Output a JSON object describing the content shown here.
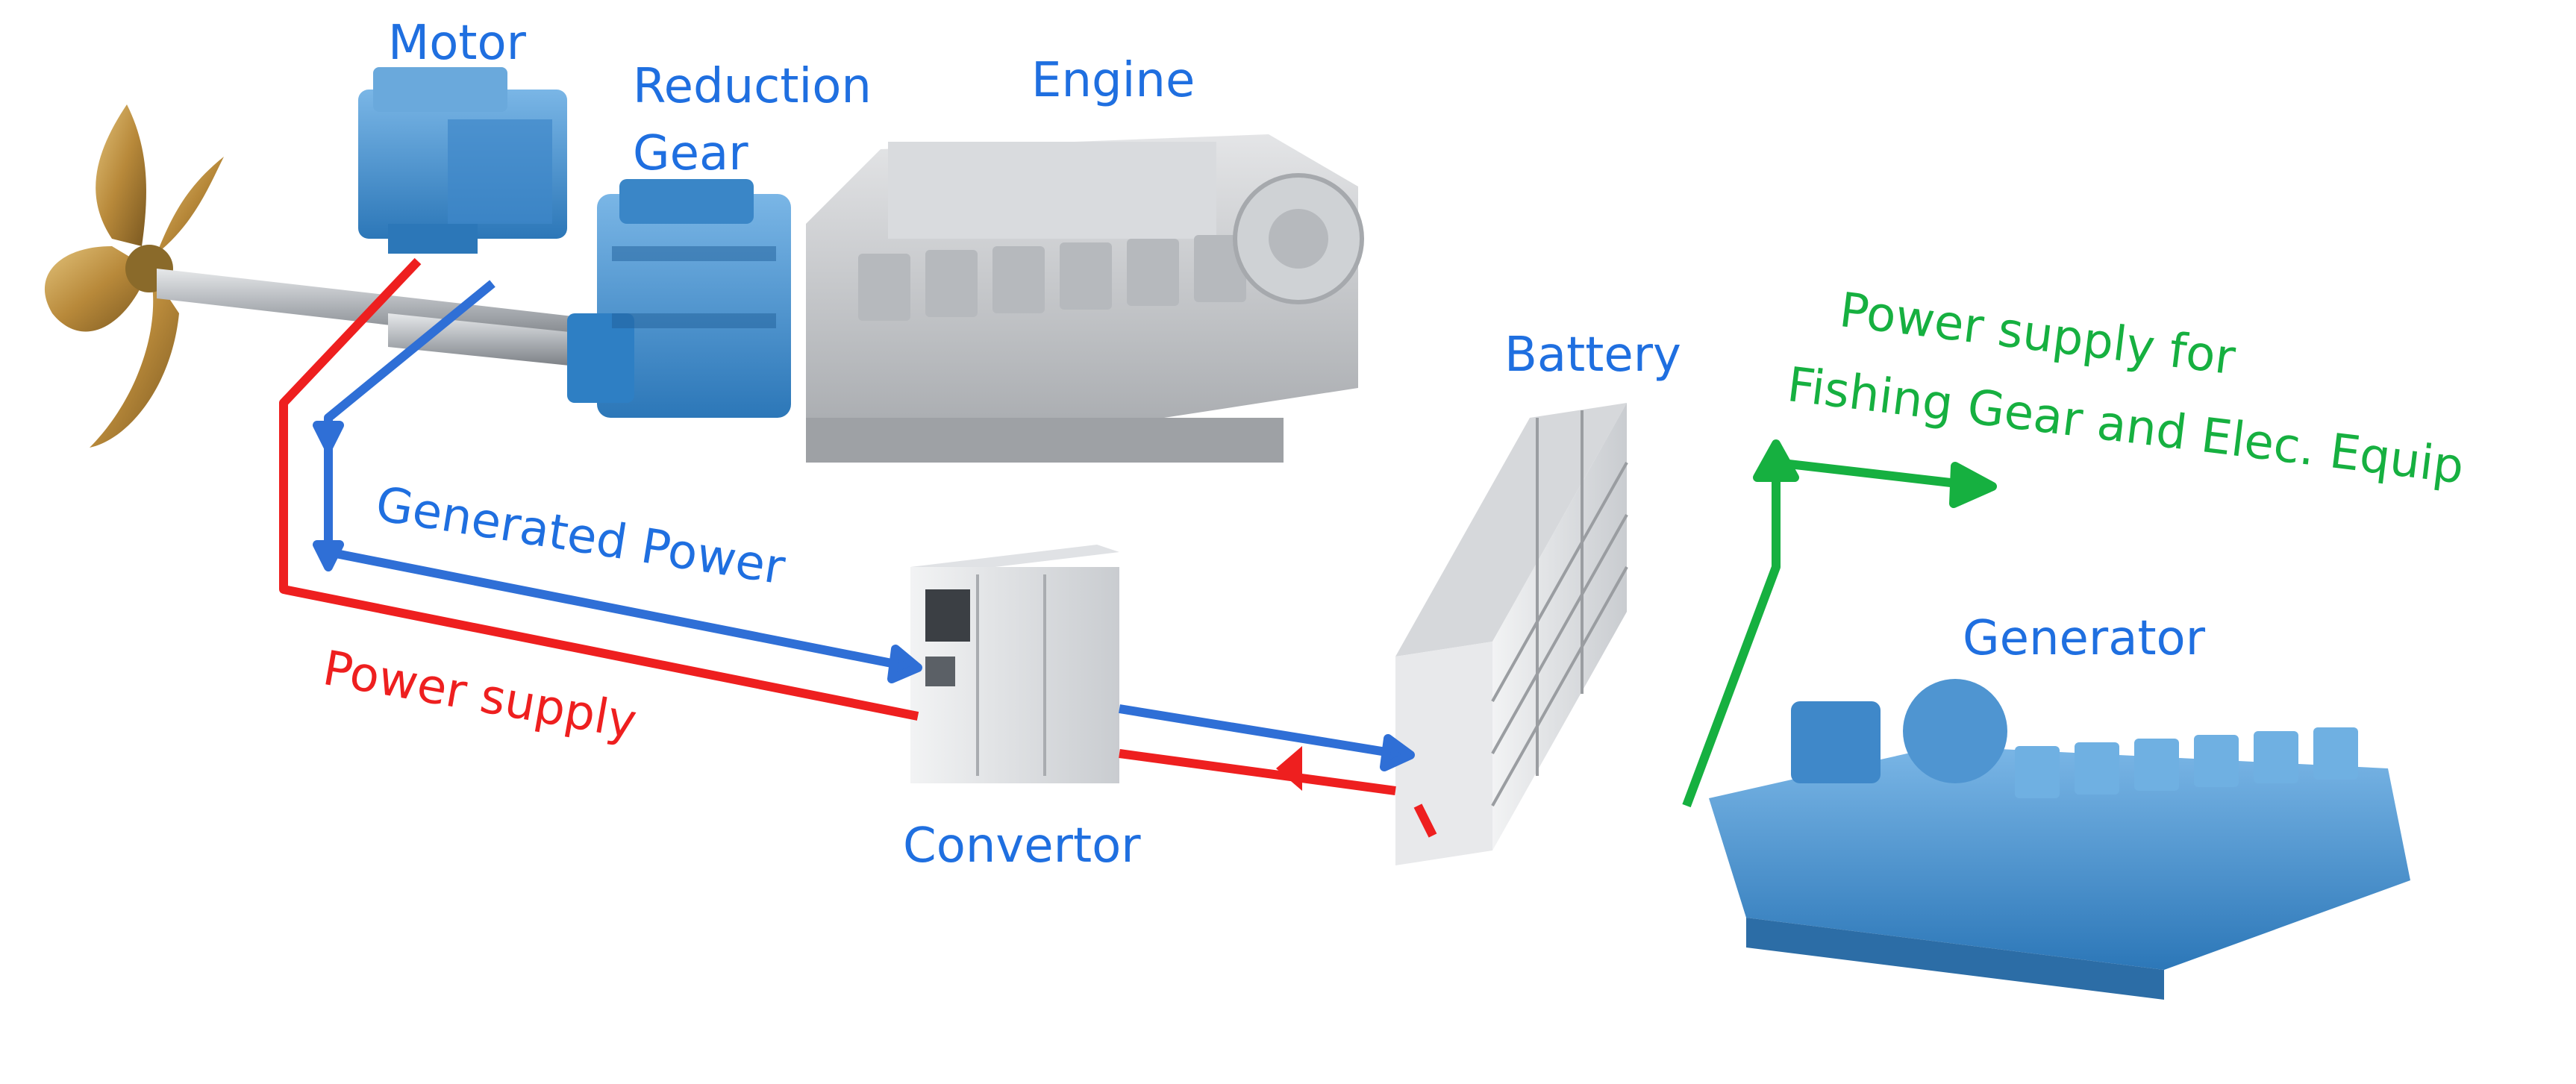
{
  "labels": {
    "motor": "Motor",
    "reduction_gear_line1": "Reduction",
    "reduction_gear_line2": "Gear",
    "engine": "Engine",
    "battery": "Battery",
    "generated_power": "Generated Power",
    "power_supply": "Power supply",
    "convertor": "Convertor",
    "generator": "Generator",
    "fishing_line1": "Power supply for",
    "fishing_line2": "Fishing Gear and Elec. Equip"
  },
  "colors": {
    "motor_blue": "#4a90cf",
    "gear_blue": "#2e7fc4",
    "engine_grey": "#c7c9cc",
    "propeller_bronze": "#b8893a",
    "generated_power_line": "#2f6fd6",
    "power_supply_line": "#ee1f1f",
    "fishing_supply_line": "#16b040",
    "label_blue": "#1f6fe0"
  }
}
